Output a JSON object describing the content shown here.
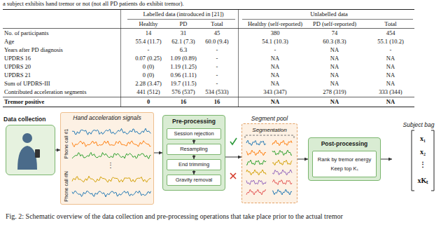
{
  "diagram": {
    "caption": "Fig. 2: Schematic overview of the data collection and pre-processing operations that take place prior to the actual tremor",
    "nodes": [
      {
        "text": [
          "Data collection"
        ]
      },
      {
        "text": [
          "Hand acceleration signals"
        ]
      },
      {
        "text": [
          "Pre-processing"
        ]
      },
      {
        "text": [
          "Session rejection"
        ],
        "in": 2
      },
      {
        "text": [
          "Resampling"
        ],
        "in": 2
      },
      {
        "text": [
          "End trimming"
        ],
        "in": 2
      },
      {
        "text": [
          "Gravity removal"
        ],
        "in": 2
      },
      {
        "text": [
          "Segment pool"
        ]
      },
      {
        "text": [
          "Post-processing"
        ]
      },
      {
        "text": [
          "Rank by tremor energy",
          "Keep top Kₜ"
        ],
        "in": 8
      },
      {
        "text": [
          "Subject bag"
        ]
      }
    ],
    "edges": [
      {
        "from": 0,
        "to": 1,
        "arrow": "to"
      },
      {
        "from": 1,
        "to": 2,
        "arrow": "to"
      },
      {
        "from": 3,
        "to": 4,
        "arrow": "to"
      },
      {
        "from": 4,
        "to": 5,
        "arrow": "to"
      },
      {
        "from": 5,
        "to": 6,
        "arrow": "to"
      },
      {
        "from": 2,
        "to": 7,
        "arrow": "to"
      },
      {
        "from": 7,
        "to": 8,
        "arrow": "to"
      },
      {
        "from": 8,
        "to": 10,
        "arrow": "to"
      }
    ],
    "labels": [
      "a subject exhibits hand tremor or not (not all PD patients do exhibit tremor).",
      "Labelled data (introduced in [21])",
      "Unlabelled data",
      "Healthy",
      "PD",
      "Total",
      "Healthy (self-reported)",
      "PD (self-reported)",
      "Total",
      "No. of participants",
      "14",
      "31",
      "45",
      "380",
      "74",
      "454",
      "Age",
      "55.4 (11.7)",
      "62.1 (7.3)",
      "60.0 (9.4)",
      "54.1 (10.3)",
      "60.3 (8.3)",
      "55.1 (10.2)",
      "Years after PD diagnosis",
      "-",
      "6.3",
      "-",
      "-",
      "NA",
      "-",
      "UPDRS 16",
      "0.07 (0.25)",
      "1.09 (0.89)",
      "-",
      "NA",
      "NA",
      "NA",
      "UPDRS 20",
      "0 (0)",
      "1.19 (1.25)",
      "-",
      "NA",
      "NA",
      "NA",
      "UPDRS 21",
      "0 (0)",
      "0.96 (1.11)",
      "-",
      "NA",
      "NA",
      "NA",
      "Sum of UPDRS-III",
      "2.28 (3.47)",
      "19.7 (11.5)",
      "-",
      "NA",
      "NA",
      "NA",
      "Contributed acceleration segments",
      "441 (512)",
      "576 (537)",
      "534 (533)",
      "343 (347)",
      "278 (319)",
      "333 (344)",
      "Tremor positive",
      "0",
      "16",
      "16",
      "NA",
      "NA",
      "NA",
      "Segmentation",
      "Phone call #1",
      "Phone call #N",
      "x₁",
      "x₂",
      "⋮",
      "xKₜ",
      "⋮"
    ]
  }
}
